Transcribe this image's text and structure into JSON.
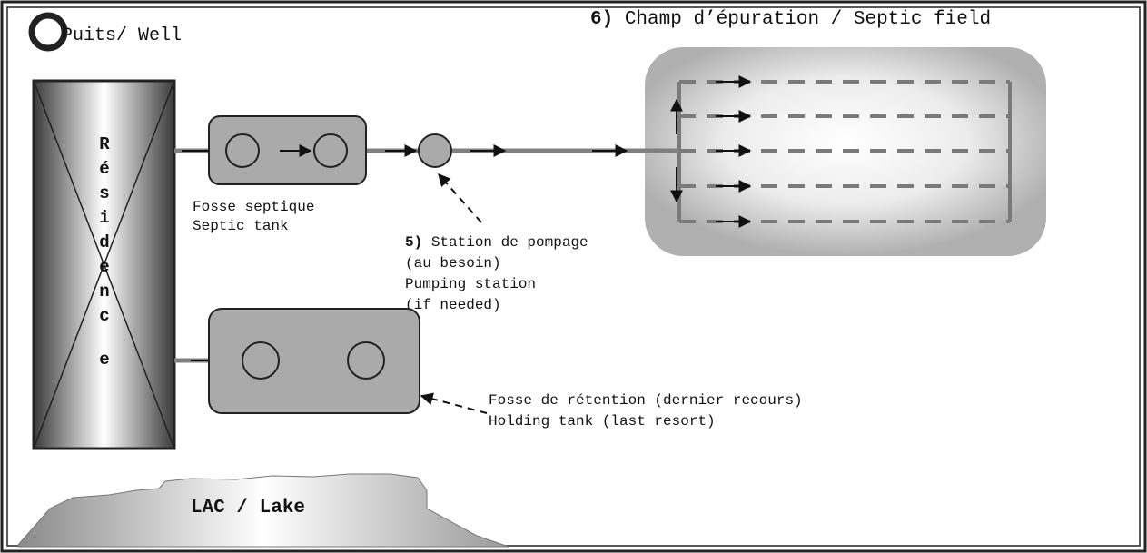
{
  "residence": {
    "letters": [
      "R",
      "é",
      "s",
      "i",
      "d",
      "e",
      "n",
      "c",
      "e"
    ]
  },
  "well": {
    "label": "Puits/ Well"
  },
  "septic_field": {
    "number": "6)",
    "title": "Champ d’épuration / Septic field"
  },
  "septic_tank": {
    "line1": "Fosse septique",
    "line2": "Septic tank"
  },
  "pumping_station": {
    "number": "5)",
    "line1": "Station de pompage",
    "line2": "(au besoin)",
    "line3": "Pumping station",
    "line4": "(if needed)"
  },
  "holding_tank": {
    "line1": "Fosse de rétention (dernier recours)",
    "line2": "Holding tank (last resort)"
  },
  "lake": {
    "label": "LAC / Lake"
  },
  "colors": {
    "frame": "#222222",
    "tank_fill": "#aaaaaa",
    "pipe": "#808080",
    "field_bg": "#b3b3b3",
    "dashed_line": "#7a7a7a"
  }
}
